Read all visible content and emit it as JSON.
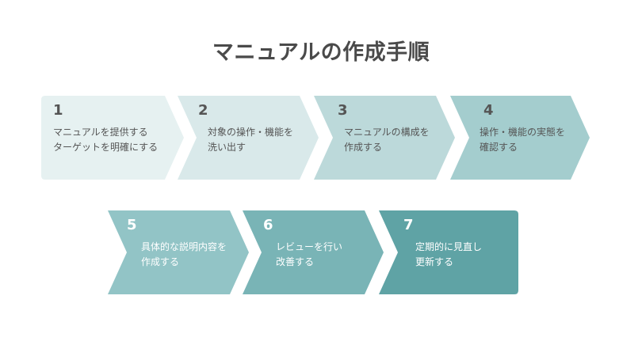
{
  "title": "マニュアルの作成手順",
  "steps": [
    {
      "number": "1",
      "lines": [
        "マニュアルを提供する",
        "ターゲットを明確にする"
      ],
      "fill": "#e6f1f1",
      "text_color": "#555555",
      "num_color": "#555555"
    },
    {
      "number": "2",
      "lines": [
        "対象の操作・機能を",
        "洗い出す"
      ],
      "fill": "#d9e9ea",
      "text_color": "#555555",
      "num_color": "#555555"
    },
    {
      "number": "3",
      "lines": [
        "マニュアルの構成を",
        "作成する"
      ],
      "fill": "#bcd9da",
      "text_color": "#555555",
      "num_color": "#555555"
    },
    {
      "number": "4",
      "lines": [
        "操作・機能の実態を",
        "確認する"
      ],
      "fill": "#a4cdce",
      "text_color": "#555555",
      "num_color": "#555555"
    },
    {
      "number": "5",
      "lines": [
        "具体的な説明内容を",
        "作成する"
      ],
      "fill": "#92c4c6",
      "text_color": "#ffffff",
      "num_color": "#ffffff"
    },
    {
      "number": "6",
      "lines": [
        "レビューを行い",
        "改善する"
      ],
      "fill": "#79b4b6",
      "text_color": "#ffffff",
      "num_color": "#ffffff"
    },
    {
      "number": "7",
      "lines": [
        "定期的に見直し",
        "更新する"
      ],
      "fill": "#5fa3a5",
      "text_color": "#ffffff",
      "num_color": "#ffffff"
    }
  ]
}
